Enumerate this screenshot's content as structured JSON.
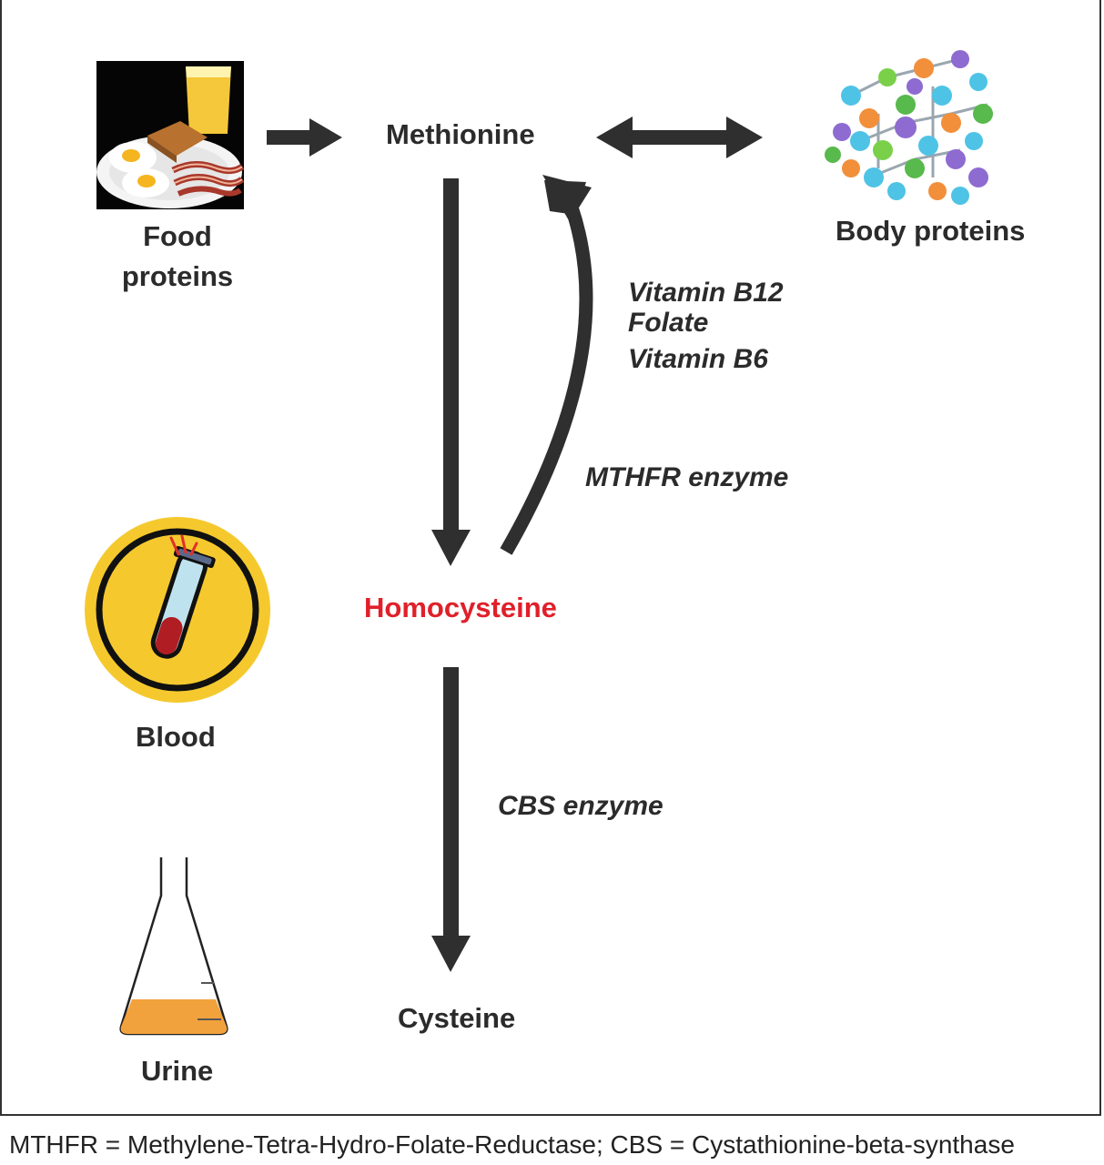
{
  "nodes": {
    "food_proteins_line1": "Food",
    "food_proteins_line2": "proteins",
    "methionine": "Methionine",
    "body_proteins": "Body proteins",
    "homocysteine": "Homocysteine",
    "blood": "Blood",
    "cysteine": "Cysteine",
    "urine": "Urine"
  },
  "annotations": {
    "vitamin_b12": "Vitamin B12",
    "folate": "Folate",
    "vitamin_b6": "Vitamin B6",
    "mthfr_enzyme": "MTHFR enzyme",
    "cbs_enzyme": "CBS enzyme"
  },
  "footnote": "MTHFR = Methylene-Tetra-Hydro-Folate-Reductase; CBS = Cystathionine-beta-synthase",
  "colors": {
    "homocysteine": "#e0202a",
    "arrow": "#2f2f2f",
    "blood_badge": "#f5c92e",
    "urine_fill": "#f2a23c"
  },
  "icons": {
    "food": "breakfast-plate-icon",
    "body": "protein-molecule-cluster-icon",
    "blood": "blood-test-tube-icon",
    "urine": "urine-flask-icon"
  }
}
